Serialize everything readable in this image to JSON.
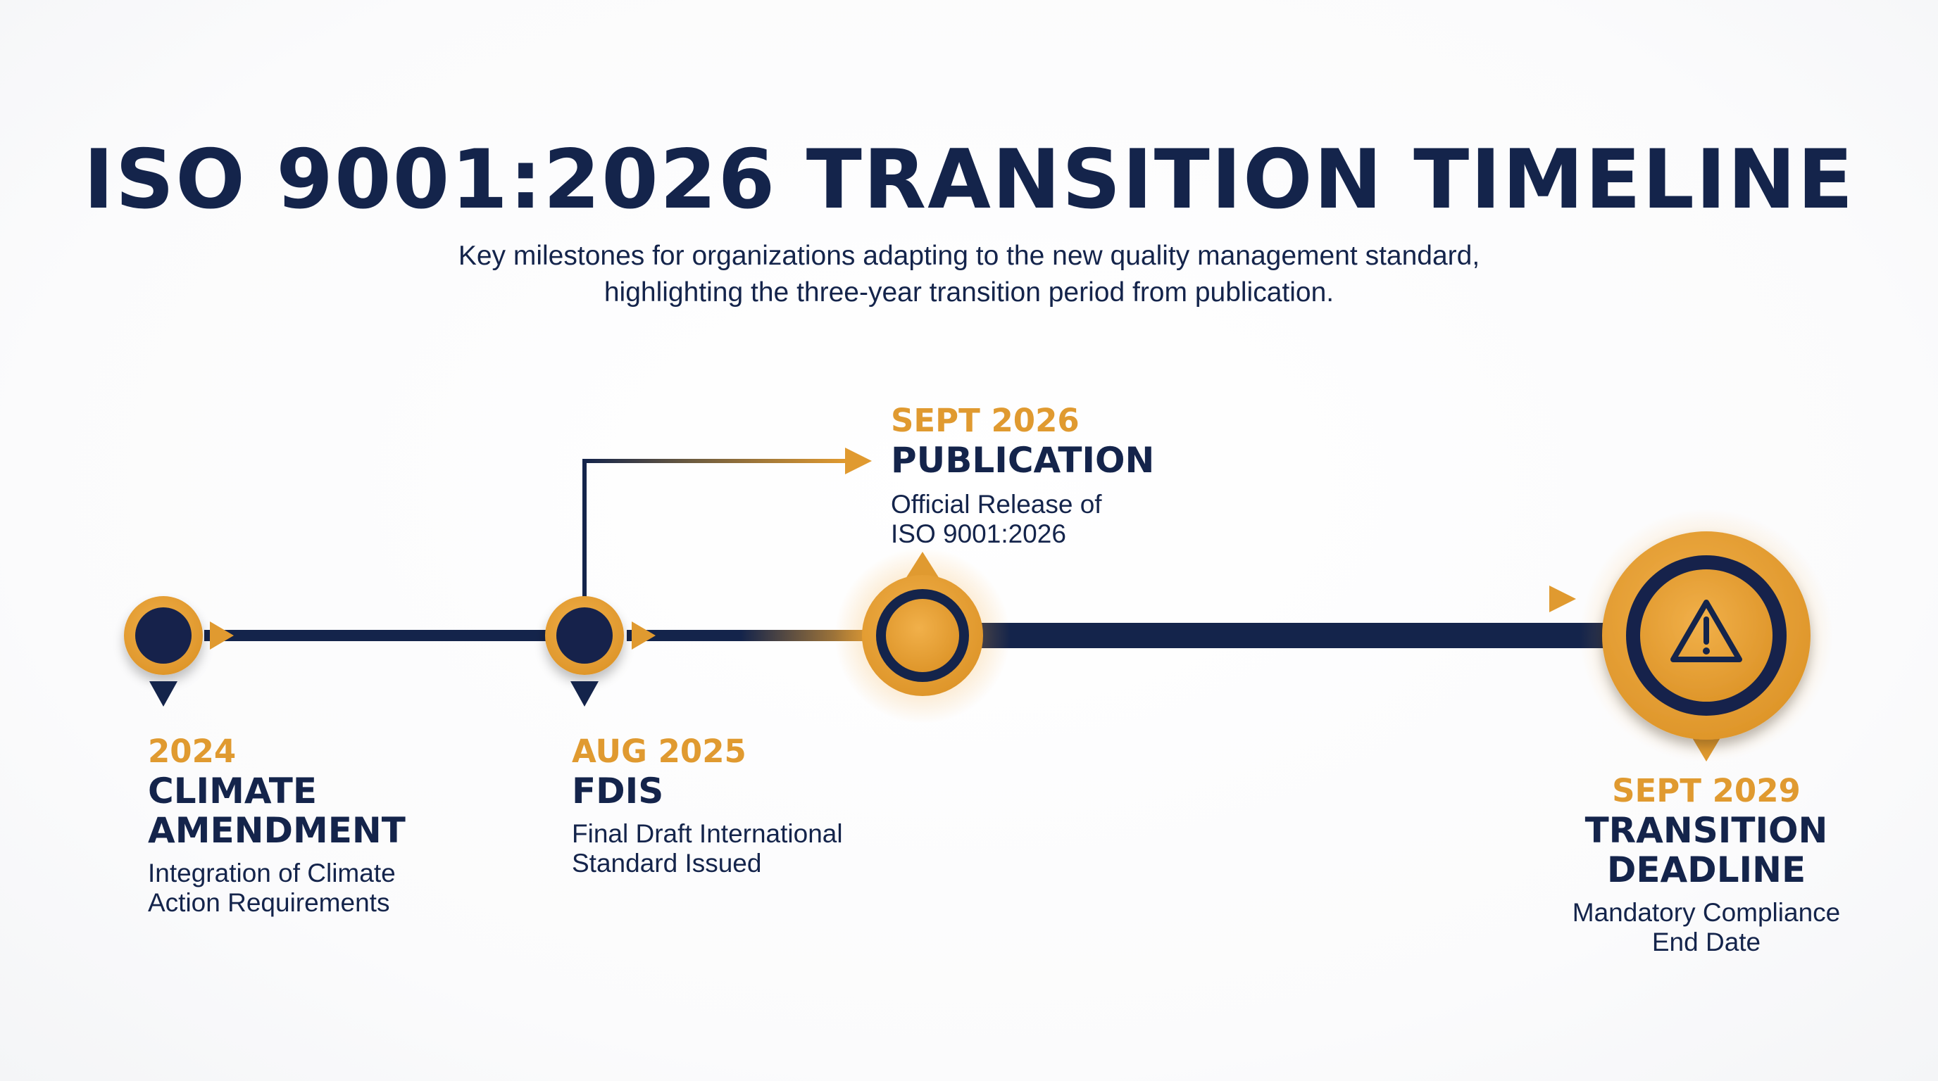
{
  "header": {
    "title": "ISO 9001:2026 TRANSITION TIMELINE",
    "subtitle_line1": "Key milestones for organizations adapting to the new quality management standard,",
    "subtitle_line2": "highlighting the three-year transition period from publication."
  },
  "colors": {
    "navy": "#14244b",
    "gold": "#e09a30"
  },
  "milestones": [
    {
      "date": "2024",
      "name_line1": "CLIMATE",
      "name_line2": "AMENDMENT",
      "desc_line1": "Integration of Climate",
      "desc_line2": "Action Requirements"
    },
    {
      "date": "AUG 2025",
      "name_line1": "FDIS",
      "desc_line1": "Final Draft International",
      "desc_line2": "Standard Issued"
    },
    {
      "date": "SEPT 2026",
      "name_line1": "PUBLICATION",
      "desc_line1": "Official Release of",
      "desc_line2": "ISO 9001:2026"
    },
    {
      "date": "SEPT 2029",
      "name_line1": "TRANSITION",
      "name_line2": "DEADLINE",
      "desc_line1": "Mandatory Compliance",
      "desc_line2": "End Date",
      "icon": "warning-icon"
    }
  ]
}
